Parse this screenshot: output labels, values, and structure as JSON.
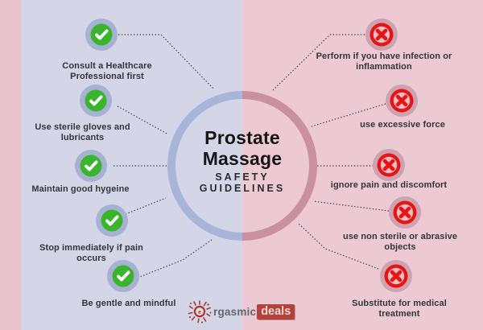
{
  "center": {
    "title_line1": "Prostate",
    "title_line2": "Massage",
    "subtitle_line1": "SAFETY",
    "subtitle_line2": "GUIDELINES"
  },
  "dos": [
    {
      "label": "Consult a Healthcare Professional first"
    },
    {
      "label": "Use sterile gloves and lubricants"
    },
    {
      "label": "Maintain good hygeine"
    },
    {
      "label": "Stop immediately if pain occurs"
    },
    {
      "label": "Be gentle and mindful"
    }
  ],
  "donts": [
    {
      "label": "Perform if you have infection or inflammation"
    },
    {
      "label": "use excessive force"
    },
    {
      "label": "ignore pain and discomfort"
    },
    {
      "label": "use non sterile or abrasive objects"
    },
    {
      "label": "Substitute for medical treatment"
    }
  ],
  "logo": {
    "rest": "rgasmic",
    "badge": "deals"
  },
  "colors": {
    "left_bg": "#d4d5e7",
    "right_bg": "#ecc9d3",
    "edge_strip": "#e8c2cd",
    "ring_left": "#a6b5d8",
    "ring_right": "#c9909f",
    "do_icon_bg": "#a7b2d3",
    "do_icon_green": "#3ab42d",
    "dont_icon_bg": "#cda3b1",
    "dont_icon_red": "#e71414",
    "dont_icon_inner": "#f0bcc5",
    "item_text": "#33353a",
    "title_text": "#161617",
    "logo_red": "#a63c34",
    "logo_gray": "#63666d"
  }
}
